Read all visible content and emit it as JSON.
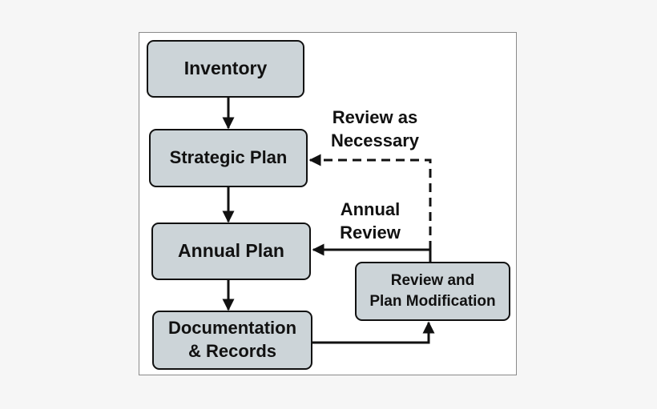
{
  "nodes": {
    "inventory": "Inventory",
    "strategic_plan": "Strategic Plan",
    "annual_plan": "Annual Plan",
    "documentation": "Documentation\n& Records",
    "review_mod": "Review and\nPlan Modification"
  },
  "edge_labels": {
    "review_as_necessary": "Review as\nNecessary",
    "annual_review": "Annual\nReview"
  },
  "colors": {
    "node_fill": "#ccd4d8",
    "stroke": "#111111",
    "frame_bg": "#ffffff",
    "page_bg": "#f6f6f6"
  }
}
